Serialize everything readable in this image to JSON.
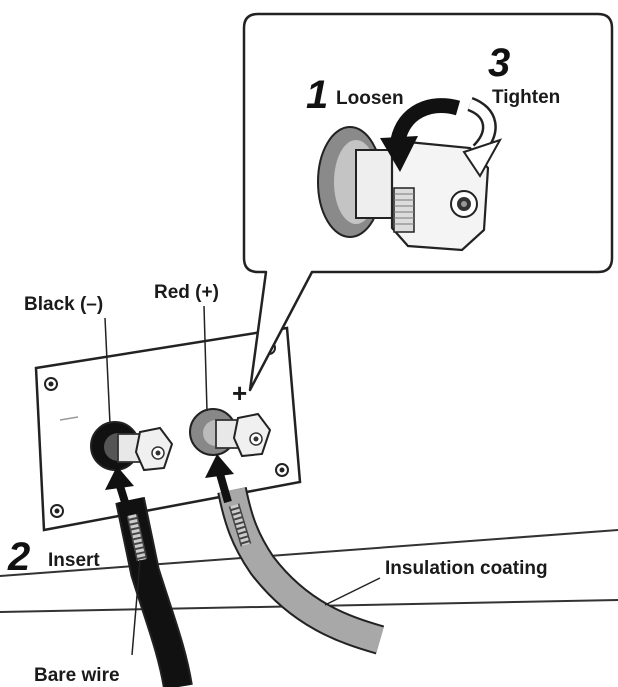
{
  "labels": {
    "loosen": "Loosen",
    "tighten": "Tighten",
    "insert": "Insert",
    "black_terminal": "Black (–)",
    "red_terminal": "Red (+)",
    "insulation": "Insulation coating",
    "bare_wire": "Bare wire",
    "plus_sign": "+"
  },
  "steps": {
    "loosen": "1",
    "insert": "2",
    "tighten": "3"
  }
}
